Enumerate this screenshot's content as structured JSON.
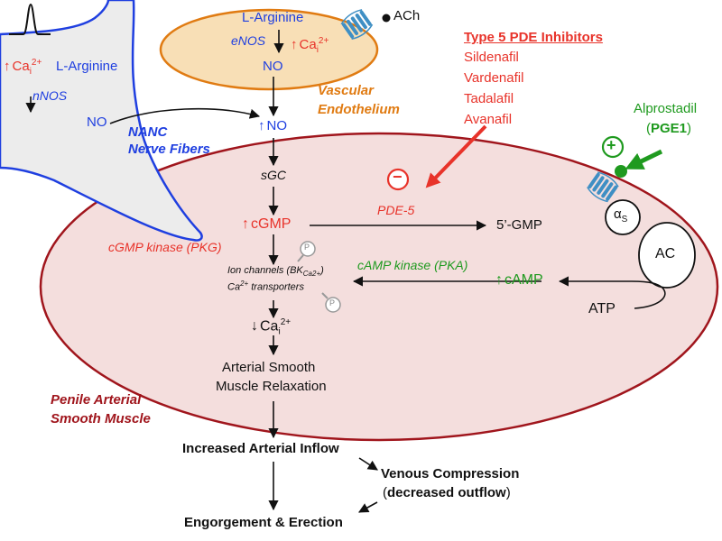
{
  "colors": {
    "nerve": "#1f3fe0",
    "endothelium_stroke": "#e07b12",
    "endothelium_fill": "#f8dfb6",
    "smooth_muscle_stroke": "#a0151c",
    "smooth_muscle_fill": "#f4dedd",
    "inhibitor": "#e8332a",
    "activator": "#1f9a1f",
    "receptor": "#3f8fc4"
  },
  "icons": {
    "up_arrow": "↑",
    "down_arrow": "↓",
    "phospho": "P",
    "plus": "+",
    "minus": "−"
  },
  "nerve": {
    "ca": "Ca",
    "ca_sub": "i",
    "ca_sup": "2+",
    "substrate": "L-Arginine",
    "enzyme": "nNOS",
    "product": "NO",
    "label_line1": "NANC",
    "label_line2": "Nerve Fibers"
  },
  "endothelium": {
    "substrate": "L-Arginine",
    "enzyme": "eNOS",
    "product": "NO",
    "ca": "Ca",
    "ca_sub": "i",
    "ca_sup": "2+",
    "agonist": "ACh",
    "label_line1": "Vascular",
    "label_line2": "Endothelium"
  },
  "inhibitors": {
    "title": "Type 5 PDE Inhibitors",
    "drugs": [
      "Sildenafil",
      "Vardenafil",
      "Tadalafil",
      "Avanafil"
    ]
  },
  "alprostadil": {
    "name": "Alprostadil",
    "open": "(",
    "abbr": "PGE1",
    "close": ")"
  },
  "muscle": {
    "no": "NO",
    "sgc": "sGC",
    "cgmp": "cGMP",
    "pde5": "PDE-5",
    "five_gmp": "5’-GMP",
    "pkg": "cGMP kinase (PKG)",
    "ion_channels_main": "Ion channels (BK",
    "ion_channels_sub": "Ca2+",
    "ion_channels_end": ")",
    "transporters_sup": "2+",
    "transporters_pre": "Ca",
    "transporters_post": "transporters",
    "pka": "cAMP kinase (PKA)",
    "camp": "cAMP",
    "atp": "ATP",
    "alpha": "α",
    "alpha_sub": "S",
    "ac": "AC",
    "ca": "Ca",
    "ca_sub": "i",
    "ca_sup": "2+",
    "relax_line1": "Arterial Smooth",
    "relax_line2": "Muscle Relaxation",
    "label_line1": "Penile Arterial",
    "label_line2": "Smooth Muscle"
  },
  "outcomes": {
    "inflow": "Increased Arterial Inflow",
    "venous": "Venous Compression",
    "outflow_open": "(",
    "outflow": "decreased outflow",
    "outflow_close": ")",
    "erection": "Engorgement & Erection"
  }
}
